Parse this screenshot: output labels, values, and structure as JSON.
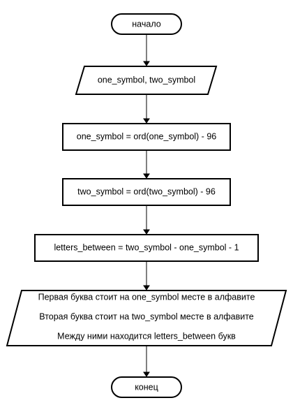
{
  "flowchart": {
    "start": "начало",
    "input": "one_symbol, two_symbol",
    "step1": "one_symbol = ord(one_symbol) - 96",
    "step2": "two_symbol = ord(two_symbol) - 96",
    "step3": "letters_between = two_symbol - one_symbol - 1",
    "output": [
      "Первая буква стоит на one_symbol месте в алфавите",
      "Вторая буква стоит на two_symbol месте в алфавите",
      "Между ними находится letters_between букв"
    ],
    "end": "конец"
  }
}
